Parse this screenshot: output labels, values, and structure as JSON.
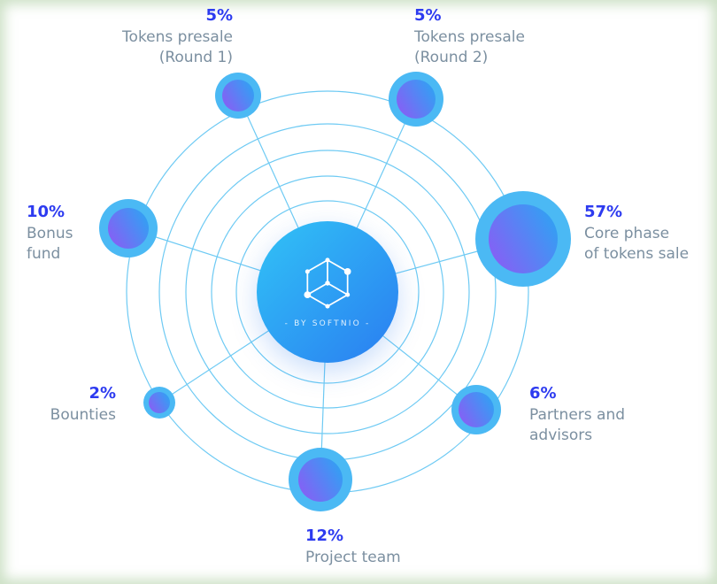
{
  "colors": {
    "percent_text": "#2d3bf0",
    "label_text": "#7b8fa0",
    "orbit_ring": "#55c1f2",
    "node_ring": "#4bb9f4",
    "node_gradient_from": "#8b5cf5",
    "node_gradient_to": "#2da4f3",
    "center_gradient_from": "#31c3f6",
    "center_gradient_to": "#2a7df1",
    "background": "#ffffff"
  },
  "center": {
    "caption": "- BY SOFTNIO -",
    "logo": "hexagon-network-icon"
  },
  "nodes": [
    {
      "id": "presale-round-1",
      "pct": "5%",
      "label_lines": [
        "Tokens presale",
        "(Round 1)"
      ]
    },
    {
      "id": "presale-round-2",
      "pct": "5%",
      "label_lines": [
        "Tokens presale",
        "(Round 2)"
      ]
    },
    {
      "id": "bonus-fund",
      "pct": "10%",
      "label_lines": [
        "Bonus",
        "fund"
      ]
    },
    {
      "id": "core-phase",
      "pct": "57%",
      "label_lines": [
        "Core phase",
        "of tokens sale"
      ]
    },
    {
      "id": "bounties",
      "pct": "2%",
      "label_lines": [
        "Bounties"
      ]
    },
    {
      "id": "partners",
      "pct": "6%",
      "label_lines": [
        "Partners and",
        "advisors"
      ]
    },
    {
      "id": "project-team",
      "pct": "12%",
      "label_lines": [
        "Project team"
      ]
    }
  ],
  "chart_data": {
    "type": "pie",
    "title": "",
    "categories": [
      "Tokens presale (Round 1)",
      "Tokens presale (Round 2)",
      "Bonus fund",
      "Core phase of tokens sale",
      "Bounties",
      "Partners and advisors",
      "Project team"
    ],
    "values": [
      5,
      5,
      10,
      57,
      2,
      6,
      12
    ],
    "unit": "%",
    "legend_position": "around-nodes",
    "annotations": [
      "- BY SOFTNIO -"
    ]
  }
}
